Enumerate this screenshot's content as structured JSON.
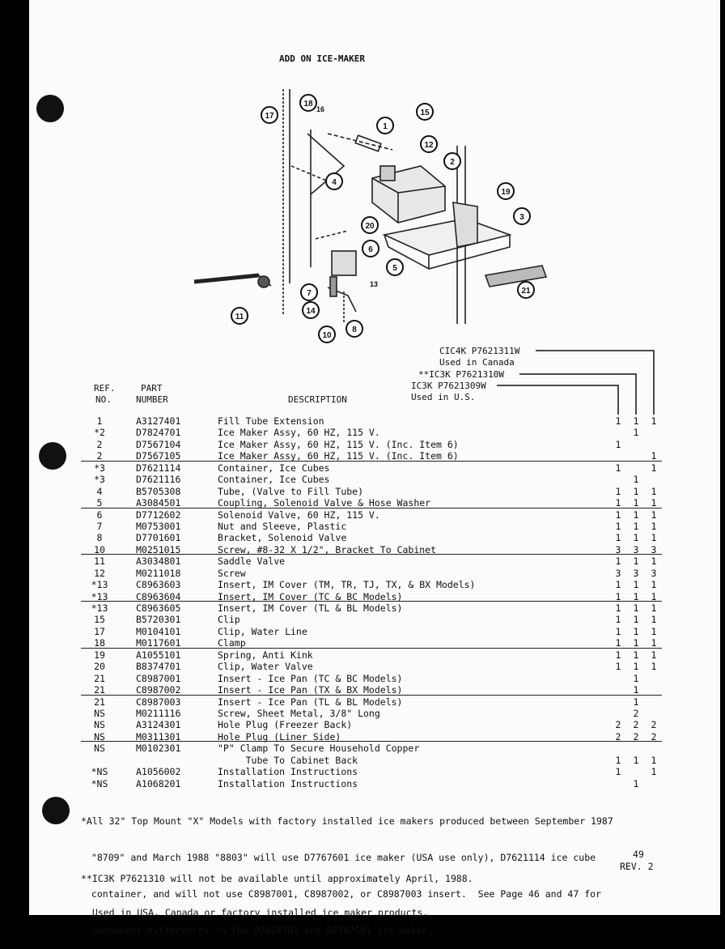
{
  "title": "ADD ON ICE-MAKER",
  "callouts": [
    "17",
    "18",
    "16",
    "1",
    "15",
    "12",
    "2",
    "4",
    "19",
    "3",
    "20",
    "6",
    "5",
    "7",
    "14",
    "10",
    "8",
    "11",
    "21",
    "13"
  ],
  "model_headers": {
    "col3_model": "CIC4K P7621311W",
    "col3_note": "Used in Canada",
    "col2_model": "**IC3K P7621310W",
    "col1_model": "IC3K P7621309W",
    "col1_note": "Used in U.S."
  },
  "columns": {
    "ref_line1": "REF.",
    "ref_line2": "NO.",
    "part_line1": "PART",
    "part_line2": "NUMBER",
    "description": "DESCRIPTION"
  },
  "rows": [
    {
      "ref": "1",
      "part": "A3127401",
      "desc": "Fill Tube Extension",
      "q1": "1",
      "q2": "1",
      "q3": "1",
      "ul": false
    },
    {
      "ref": "*2",
      "part": "D7824701",
      "desc": "Ice Maker Assy, 60 HZ, 115 V.",
      "q1": "",
      "q2": "1",
      "q3": "",
      "ul": false
    },
    {
      "ref": "2",
      "part": "D7567104",
      "desc": "Ice Maker Assy, 60 HZ, 115 V. (Inc. Item 6)",
      "q1": "1",
      "q2": "",
      "q3": "",
      "ul": false
    },
    {
      "ref": "2",
      "part": "D7567105",
      "desc": "Ice Maker Assy, 60 HZ, 115 V. (Inc. Item 6)",
      "q1": "",
      "q2": "",
      "q3": "1",
      "ul": true
    },
    {
      "ref": "*3",
      "part": "D7621114",
      "desc": "Container, Ice Cubes",
      "q1": "1",
      "q2": "",
      "q3": "1",
      "ul": false
    },
    {
      "ref": "*3",
      "part": "D7621116",
      "desc": "Container, Ice Cubes",
      "q1": "",
      "q2": "1",
      "q3": "",
      "ul": false
    },
    {
      "ref": "4",
      "part": "B5705308",
      "desc": "Tube, (Valve to Fill Tube)",
      "q1": "1",
      "q2": "1",
      "q3": "1",
      "ul": false
    },
    {
      "ref": "5",
      "part": "A3084501",
      "desc": "Coupling, Solenoid Valve & Hose Washer",
      "q1": "1",
      "q2": "1",
      "q3": "1",
      "ul": true
    },
    {
      "ref": "6",
      "part": "D7712602",
      "desc": "Solenoid Valve, 60 HZ, 115 V.",
      "q1": "1",
      "q2": "1",
      "q3": "1",
      "ul": false
    },
    {
      "ref": "7",
      "part": "M0753001",
      "desc": "Nut and Sleeve, Plastic",
      "q1": "1",
      "q2": "1",
      "q3": "1",
      "ul": false
    },
    {
      "ref": "8",
      "part": "D7701601",
      "desc": "Bracket, Solenoid Valve",
      "q1": "1",
      "q2": "1",
      "q3": "1",
      "ul": false
    },
    {
      "ref": "10",
      "part": "M0251015",
      "desc": "Screw, #8-32 X 1/2\", Bracket To Cabinet",
      "q1": "3",
      "q2": "3",
      "q3": "3",
      "ul": true
    },
    {
      "ref": "11",
      "part": "A3034801",
      "desc": "Saddle Valve",
      "q1": "1",
      "q2": "1",
      "q3": "1",
      "ul": false
    },
    {
      "ref": "12",
      "part": "M0211018",
      "desc": "Screw",
      "q1": "3",
      "q2": "3",
      "q3": "3",
      "ul": false
    },
    {
      "ref": "*13",
      "part": "C8963603",
      "desc": "Insert, IM Cover (TM, TR, TJ, TX, & BX Models)",
      "q1": "1",
      "q2": "1",
      "q3": "1",
      "ul": false
    },
    {
      "ref": "*13",
      "part": "C8963604",
      "desc": "Insert, IM Cover (TC & BC Models)",
      "q1": "1",
      "q2": "1",
      "q3": "1",
      "ul": true
    },
    {
      "ref": "*13",
      "part": "C8963605",
      "desc": "Insert, IM Cover (TL & BL Models)",
      "q1": "1",
      "q2": "1",
      "q3": "1",
      "ul": false
    },
    {
      "ref": "15",
      "part": "B5720301",
      "desc": "Clip",
      "q1": "1",
      "q2": "1",
      "q3": "1",
      "ul": false
    },
    {
      "ref": "17",
      "part": "M0104101",
      "desc": "Clip, Water Line",
      "q1": "1",
      "q2": "1",
      "q3": "1",
      "ul": false
    },
    {
      "ref": "18",
      "part": "M0117601",
      "desc": "Clamp",
      "q1": "1",
      "q2": "1",
      "q3": "1",
      "ul": true
    },
    {
      "ref": "19",
      "part": "A1055101",
      "desc": "Spring, Anti Kink",
      "q1": "1",
      "q2": "1",
      "q3": "1",
      "ul": false
    },
    {
      "ref": "20",
      "part": "B8374701",
      "desc": "Clip, Water Valve",
      "q1": "1",
      "q2": "1",
      "q3": "1",
      "ul": false
    },
    {
      "ref": "21",
      "part": "C8987001",
      "desc": "Insert - Ice Pan (TC & BC Models)",
      "q1": "",
      "q2": "1",
      "q3": "",
      "ul": false
    },
    {
      "ref": "21",
      "part": "C8987002",
      "desc": "Insert - Ice Pan (TX & BX Models)",
      "q1": "",
      "q2": "1",
      "q3": "",
      "ul": true
    },
    {
      "ref": "21",
      "part": "C8987003",
      "desc": "Insert - Ice Pan (TL & BL Models)",
      "q1": "",
      "q2": "1",
      "q3": "",
      "ul": false
    },
    {
      "ref": "NS",
      "part": "M0211116",
      "desc": "Screw, Sheet Metal, 3/8\" Long",
      "q1": "",
      "q2": "2",
      "q3": "",
      "ul": false
    },
    {
      "ref": "NS",
      "part": "A3124301",
      "desc": "Hole Plug (Freezer Back)",
      "q1": "2",
      "q2": "2",
      "q3": "2",
      "ul": false
    },
    {
      "ref": "NS",
      "part": "M0311301",
      "desc": "Hole Plug (Liner Side)",
      "q1": "2",
      "q2": "2",
      "q3": "2",
      "ul": true
    },
    {
      "ref": "NS",
      "part": "M0102301",
      "desc": "\"P\" Clamp To Secure Household Copper",
      "q1": "",
      "q2": "",
      "q3": "",
      "ul": false
    },
    {
      "ref": "",
      "part": "",
      "desc": "     Tube To Cabinet Back",
      "q1": "1",
      "q2": "1",
      "q3": "1",
      "ul": false
    },
    {
      "ref": "*NS",
      "part": "A1056002",
      "desc": "Installation Instructions",
      "q1": "1",
      "q2": "",
      "q3": "1",
      "ul": false
    },
    {
      "ref": "*NS",
      "part": "A1068201",
      "desc": "Installation Instructions",
      "q1": "",
      "q2": "1",
      "q3": "",
      "ul": false
    }
  ],
  "footnote1": [
    "*All 32\" Top Mount \"X\" Models with factory installed ice makers produced between September 1987",
    " \"8709\" and March 1988 \"8803\" will use D7767601 ice maker (USA use only), D7621114 ice cube",
    " container, and will not use C8987001, C8987002, or C8987003 insert.  See Page 46 and 47 for",
    " component differences in the D7824701 and D7767601 ice maker."
  ],
  "footnote2": [
    "**IC3K P7621310 will not be available until approximately April, 1988.",
    "  Used in USA, Canada or factory installed ice maker products."
  ],
  "page_number": "49",
  "revision": "REV. 2"
}
